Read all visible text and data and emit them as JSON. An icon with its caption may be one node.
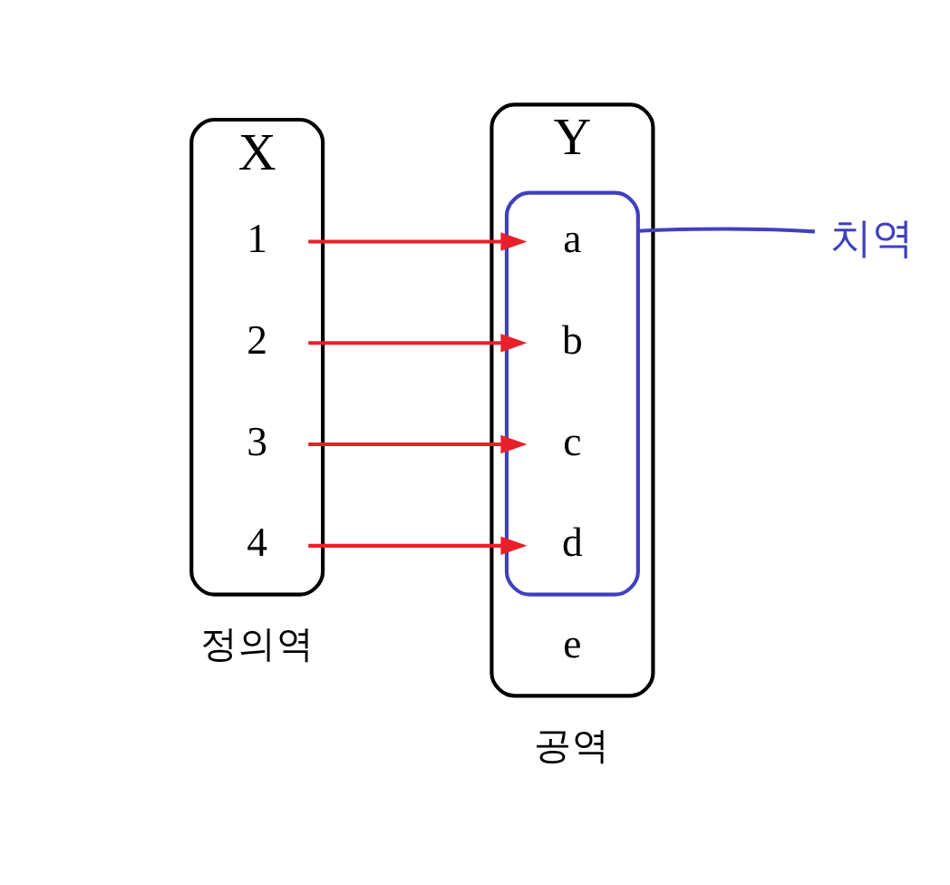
{
  "diagram": {
    "nodes": [
      {
        "text": [
          "X"
        ],
        "beside": [
          "정의역"
        ]
      },
      {
        "text": [
          "Y"
        ],
        "beside": [
          "공역"
        ]
      },
      {
        "text": [],
        "shape": "ellipse",
        "in": 1
      },
      {
        "text": [
          "1"
        ],
        "in": 0
      },
      {
        "text": [
          "2"
        ],
        "in": 0
      },
      {
        "text": [
          "3"
        ],
        "in": 0
      },
      {
        "text": [
          "4"
        ],
        "in": 0
      },
      {
        "text": [
          "a"
        ],
        "in": 2
      },
      {
        "text": [
          "b"
        ],
        "in": 2
      },
      {
        "text": [
          "c"
        ],
        "in": 2
      },
      {
        "text": [
          "d"
        ],
        "in": 2
      },
      {
        "text": [
          "e"
        ],
        "in": 1
      },
      {
        "text": [
          "치역"
        ]
      }
    ],
    "edges": [
      {
        "from": 3,
        "to": 7,
        "arrow": "to",
        "color": "#e8202a"
      },
      {
        "from": 4,
        "to": 8,
        "arrow": "to",
        "color": "#e8202a"
      },
      {
        "from": 5,
        "to": 9,
        "arrow": "to",
        "color": "#e8202a"
      },
      {
        "from": 6,
        "to": 10,
        "arrow": "to",
        "color": "#e8202a"
      },
      {
        "from": 12,
        "to": 2,
        "arrow": "none",
        "color": "#4040c0"
      }
    ]
  }
}
